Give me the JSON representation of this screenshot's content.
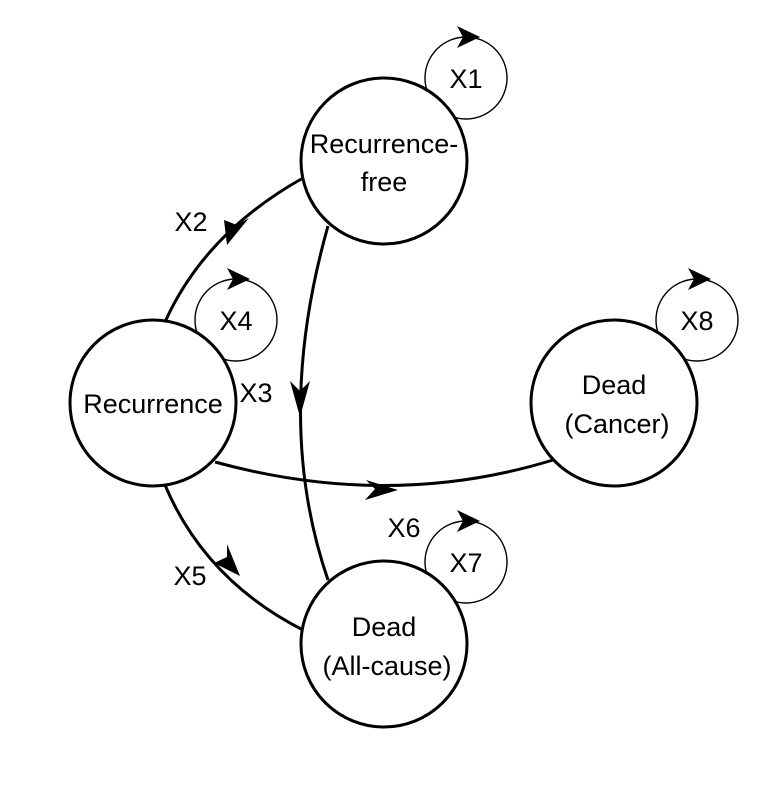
{
  "nodes": {
    "recurrence_free": {
      "line1": "Recurrence-",
      "line2": "free"
    },
    "recurrence": {
      "line1": "Recurrence"
    },
    "dead_cancer": {
      "line1": "Dead",
      "line2": "(Cancer)"
    },
    "dead_all_cause": {
      "line1": "Dead",
      "line2": "(All-cause)"
    }
  },
  "transitions": {
    "x1": "X1",
    "x2": "X2",
    "x3": "X3",
    "x4": "X4",
    "x5": "X5",
    "x6": "X6",
    "x7": "X7",
    "x8": "X8"
  }
}
